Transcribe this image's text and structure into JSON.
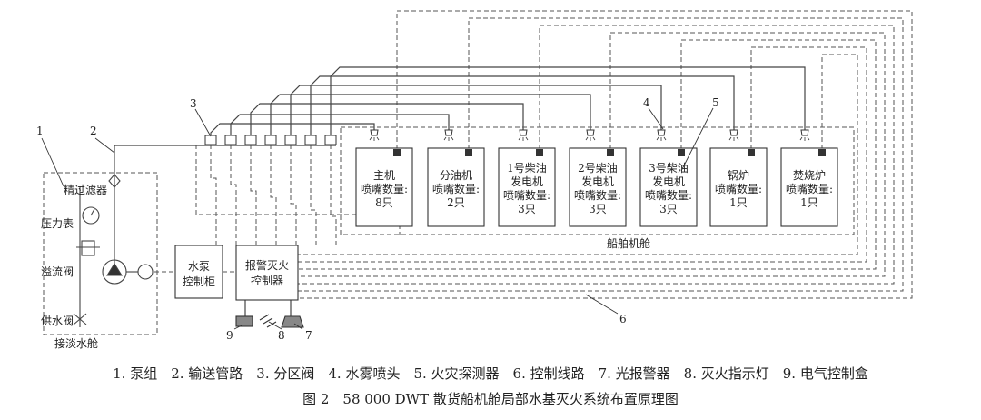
{
  "rooms": [
    {
      "lines": [
        "主机",
        "喷嘴数量:",
        "8只"
      ]
    },
    {
      "lines": [
        "分油机",
        "喷嘴数量:",
        "2只"
      ]
    },
    {
      "lines": [
        "1号柴油",
        "发电机",
        "喷嘴数量:",
        "3只"
      ]
    },
    {
      "lines": [
        "2号柴油",
        "发电机",
        "喷嘴数量:",
        "3只"
      ]
    },
    {
      "lines": [
        "3号柴油",
        "发电机",
        "喷嘴数量:",
        "3只"
      ]
    },
    {
      "lines": [
        "锅炉",
        "喷嘴数量:",
        "1只"
      ]
    },
    {
      "lines": [
        "焚烧炉",
        "喷嘴数量:",
        "1只"
      ]
    }
  ],
  "engine_room_label": "船舶机舱",
  "labels": {
    "fine_filter": "精过滤器",
    "pressure_gauge": "压力表",
    "overflow_valve": "溢流阀",
    "supply_valve": "供水阀",
    "fresh_tank": "接淡水舱",
    "pump_cabinet_line1": "水泵",
    "pump_cabinet_line2": "控制柜",
    "alarm_ctrl_line1": "报警灭火",
    "alarm_ctrl_line2": "控制器"
  },
  "callouts": [
    "1",
    "2",
    "3",
    "4",
    "5",
    "6",
    "7",
    "8",
    "9"
  ],
  "legend_text": "1. 泵组　2. 输送管路　3. 分区阀　4. 水雾喷头　5. 火灾探测器　6. 控制线路　7. 光报警器　8. 灭火指示灯　9. 电气控制盒",
  "caption": "图 2　58 000 DWT 散货船机舱局部水基灭火系统布置原理图"
}
